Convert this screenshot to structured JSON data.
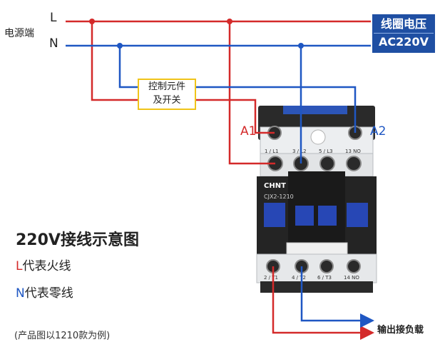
{
  "power": {
    "source_label": "电源端",
    "live": "L",
    "neutral": "N"
  },
  "coil": {
    "line1": "线圈电压",
    "line2": "AC220V"
  },
  "control": {
    "line1": "控制元件",
    "line2": "及开关"
  },
  "coil_terminals": {
    "a1": "A1",
    "a2": "A2"
  },
  "contactor": {
    "brand": "CHNT",
    "model": "CJX2-1210",
    "top_terminals": [
      "1 / L1",
      "3 / L2",
      "5 / L3",
      "13 NO"
    ],
    "bottom_terminals": [
      "2 / T1",
      "4 / T2",
      "6 / T3",
      "14 NO"
    ]
  },
  "legend": {
    "title": "220V接线示意图",
    "live_key": "L",
    "live_text": "代表火线",
    "neutral_key": "N",
    "neutral_text": "代表零线"
  },
  "note": "(产品图以1210款为例)",
  "output_label": "输出接负载",
  "colors": {
    "live": "#d42a2a",
    "neutral": "#1f57c3",
    "coil_box": "#1f4fa3",
    "control_box_border": "#f0c419"
  }
}
